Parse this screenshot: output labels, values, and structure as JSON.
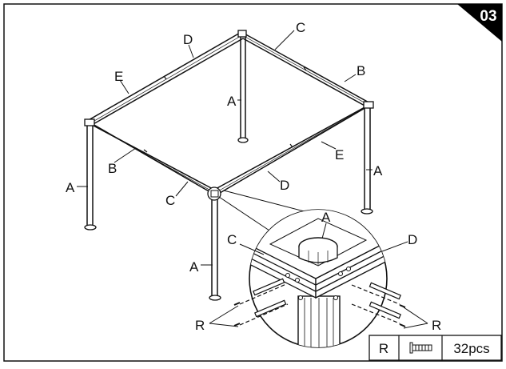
{
  "step": {
    "number": "03"
  },
  "frame_labels": {
    "D_top": "D",
    "C_top": "C",
    "E_left": "E",
    "A_center": "A",
    "B_right": "B",
    "B_left": "B",
    "E_mid": "E",
    "A_right": "A",
    "A_left": "A",
    "C_front": "C",
    "D_front": "D",
    "A_front": "A"
  },
  "detail_labels": {
    "A": "A",
    "C": "C",
    "D": "D",
    "R_left": "R",
    "R_right": "R"
  },
  "parts_table": {
    "code": "R",
    "icon": "bolt-icon",
    "quantity": "32pcs"
  }
}
